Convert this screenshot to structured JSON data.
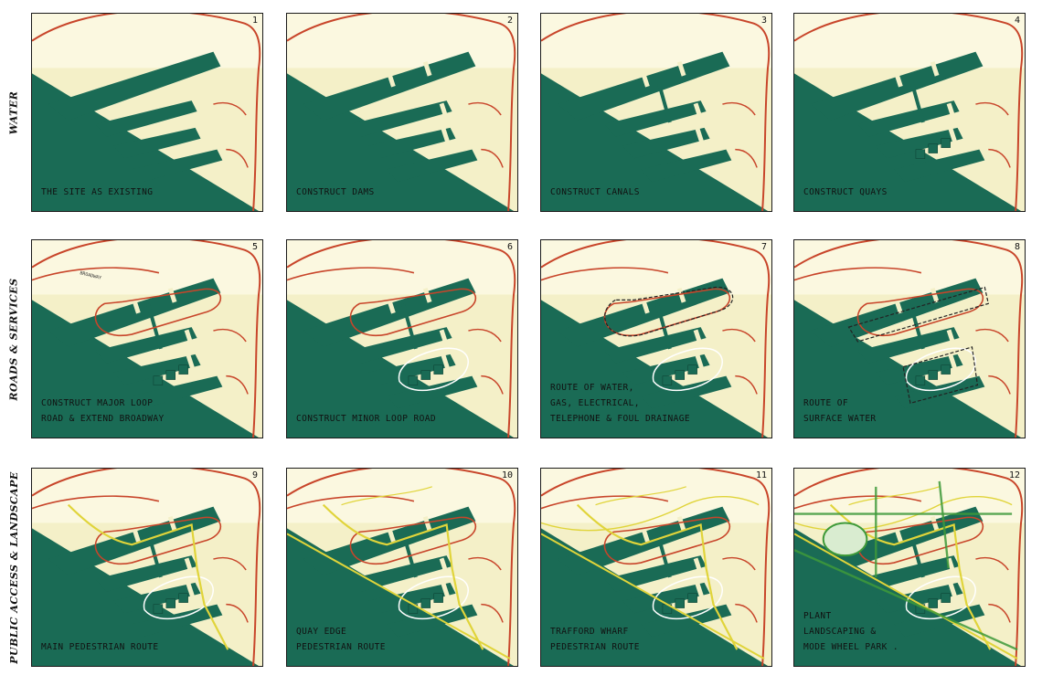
{
  "rows": [
    {
      "label": "WATER"
    },
    {
      "label": "ROADS & SERVICES"
    },
    {
      "label": "PUBLIC ACCESS & LANDSCAPE"
    }
  ],
  "panels": [
    {
      "num": "1",
      "caption": [
        "THE SITE AS EXISTING"
      ]
    },
    {
      "num": "2",
      "caption": [
        "CONSTRUCT DAMS"
      ]
    },
    {
      "num": "3",
      "caption": [
        "CONSTRUCT CANALS"
      ]
    },
    {
      "num": "4",
      "caption": [
        "CONSTRUCT QUAYS"
      ]
    },
    {
      "num": "5",
      "caption": [
        "CONSTRUCT MAJOR LOOP",
        "ROAD & EXTEND BROADWAY"
      ],
      "street": "BROADWAY"
    },
    {
      "num": "6",
      "caption": [
        "CONSTRUCT MINOR LOOP ROAD"
      ]
    },
    {
      "num": "7",
      "caption": [
        "ROUTE OF WATER,",
        "GAS, ELECTRICAL,",
        "TELEPHONE & FOUL DRAINAGE"
      ]
    },
    {
      "num": "8",
      "caption": [
        "ROUTE OF",
        "SURFACE WATER"
      ]
    },
    {
      "num": "9",
      "caption": [
        "MAIN PEDESTRIAN ROUTE"
      ]
    },
    {
      "num": "10",
      "caption": [
        "QUAY EDGE",
        "PEDESTRIAN ROUTE"
      ]
    },
    {
      "num": "11",
      "caption": [
        "TRAFFORD WHARF",
        "PEDESTRIAN ROUTE"
      ]
    },
    {
      "num": "12",
      "caption": [
        "PLANT",
        "LANDSCAPING &",
        "MODE WHEEL PARK ."
      ]
    }
  ],
  "colors": {
    "paper": "#f4f0c8",
    "water": "#1a6b55",
    "road": "#c8452a",
    "pedestrian": "#e0d43a",
    "landscape": "#3f9a3a"
  }
}
